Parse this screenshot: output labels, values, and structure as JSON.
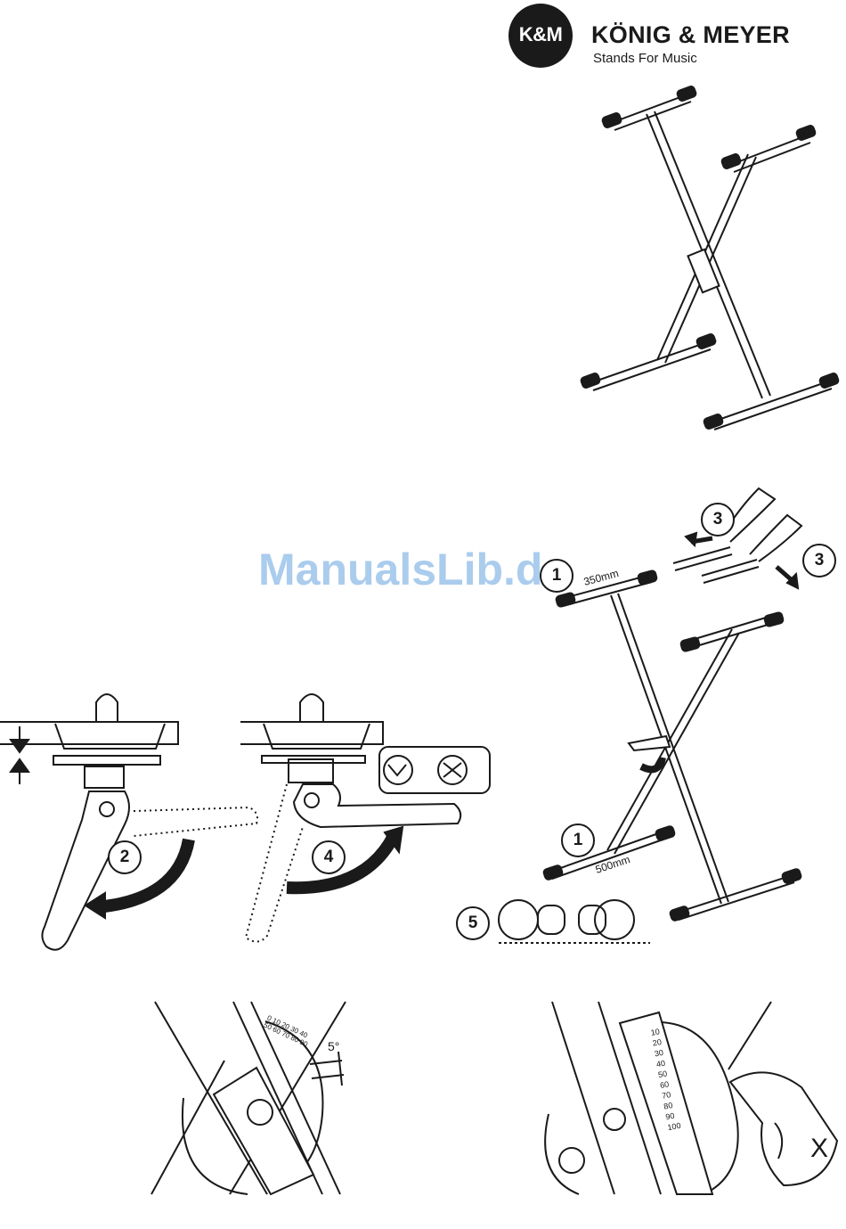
{
  "brand": {
    "logo_text": "K&M",
    "name": "KÖNIG & MEYER",
    "slogan": "Stands For Music"
  },
  "watermark": "ManualsLib.de",
  "assembly": {
    "width_top": "350mm",
    "width_bottom": "500mm",
    "steps": [
      "1",
      "1",
      "2",
      "3",
      "3",
      "4",
      "5"
    ]
  },
  "angle_scale": {
    "step_label": "5°",
    "left_ticks": [
      "0",
      "10",
      "20",
      "30",
      "40",
      "50",
      "60",
      "70",
      "80",
      "90"
    ],
    "right_ticks": [
      "10",
      "20",
      "30",
      "40",
      "50",
      "60",
      "70",
      "80",
      "90",
      "100"
    ]
  },
  "detail_mark": "X",
  "colors": {
    "ink": "#1a1a1a",
    "watermark": "#9cc4ea",
    "paper": "#ffffff"
  }
}
